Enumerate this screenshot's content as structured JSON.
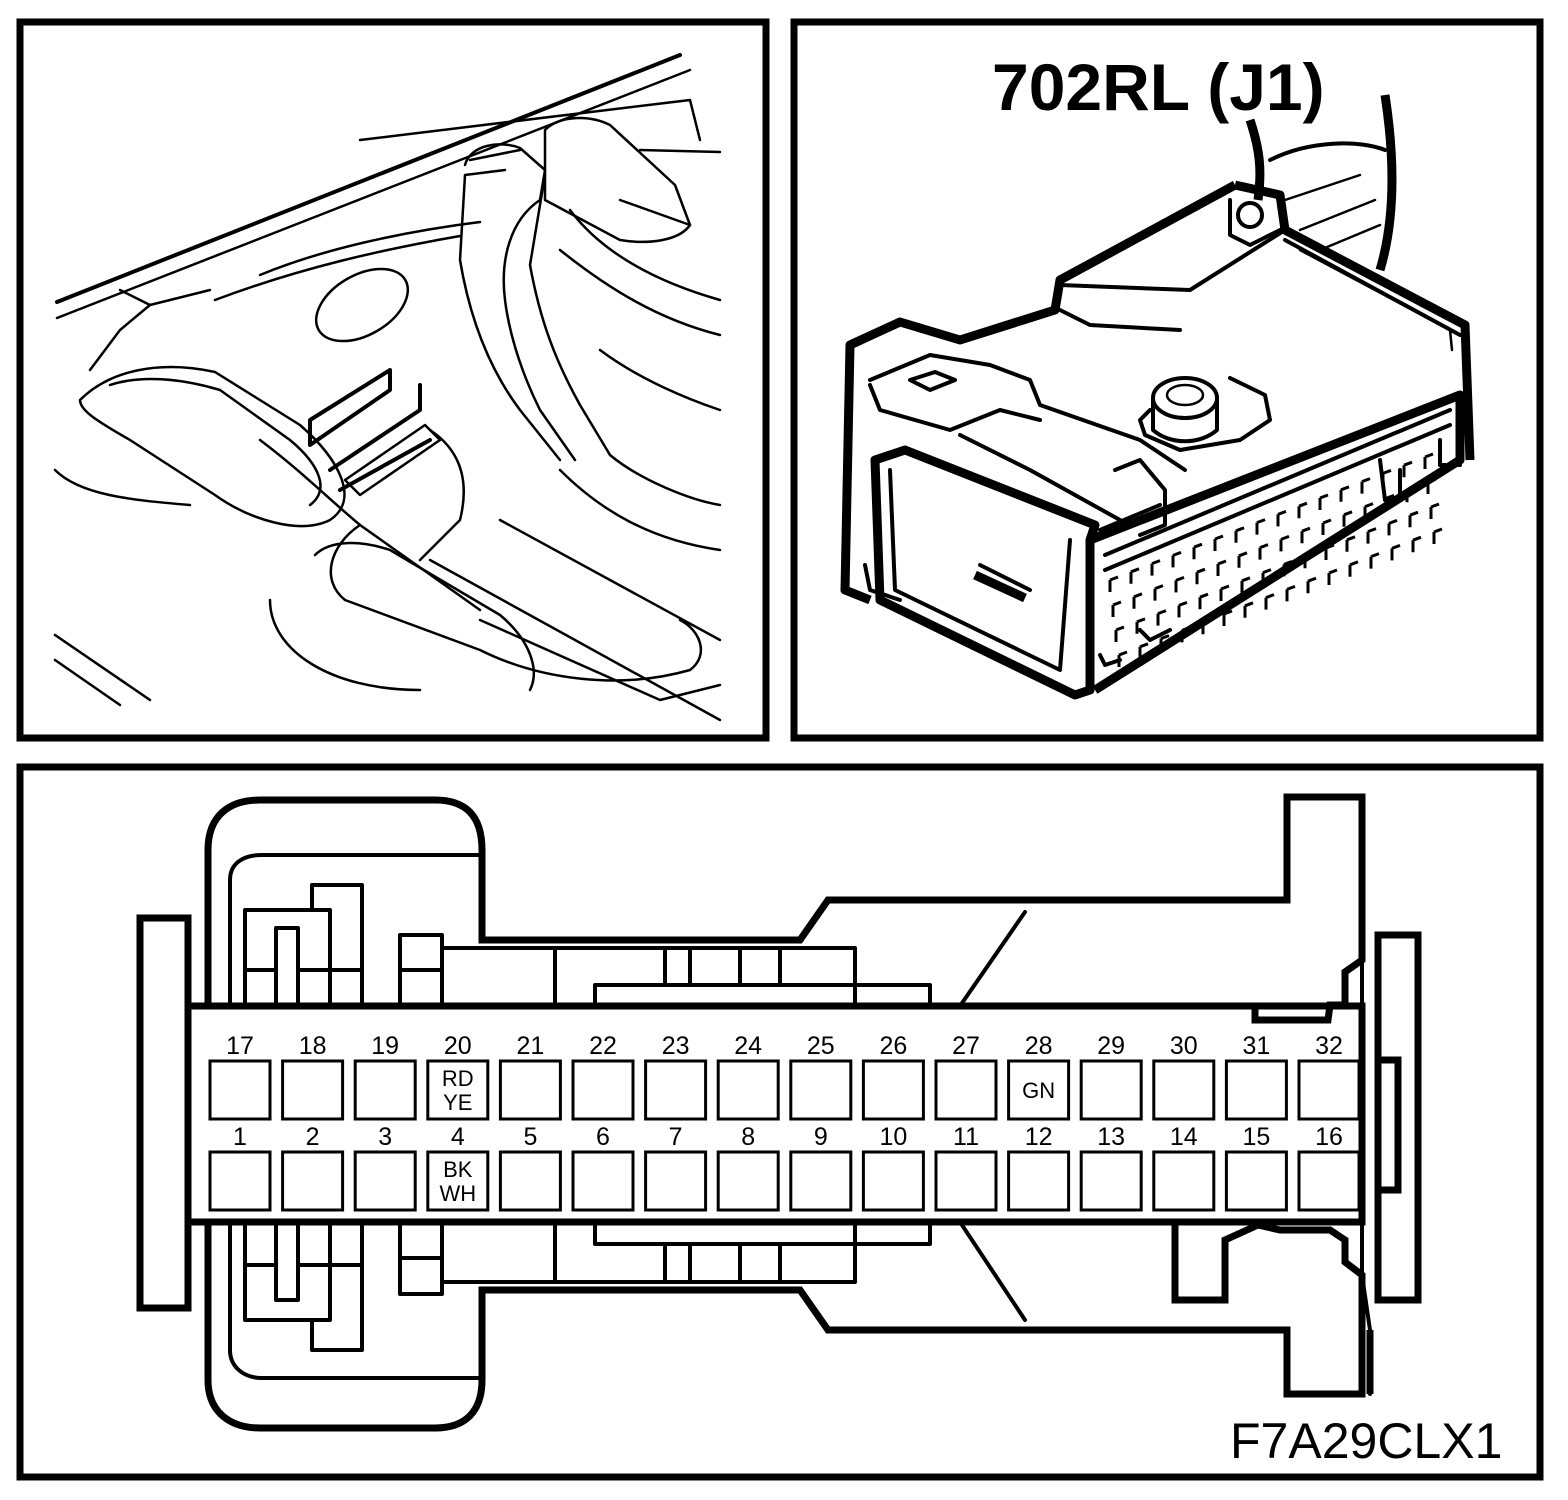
{
  "connector_title": "702RL (J1)",
  "figure_code": "F7A29CLX1",
  "pins_top_row": [
    {
      "num": "17",
      "label": ""
    },
    {
      "num": "18",
      "label": ""
    },
    {
      "num": "19",
      "label": ""
    },
    {
      "num": "20",
      "label": "RD\nYE"
    },
    {
      "num": "21",
      "label": ""
    },
    {
      "num": "22",
      "label": ""
    },
    {
      "num": "23",
      "label": ""
    },
    {
      "num": "24",
      "label": ""
    },
    {
      "num": "25",
      "label": ""
    },
    {
      "num": "26",
      "label": ""
    },
    {
      "num": "27",
      "label": ""
    },
    {
      "num": "28",
      "label": "GN"
    },
    {
      "num": "29",
      "label": ""
    },
    {
      "num": "30",
      "label": ""
    },
    {
      "num": "31",
      "label": ""
    },
    {
      "num": "32",
      "label": ""
    }
  ],
  "pins_bottom_row": [
    {
      "num": "1",
      "label": ""
    },
    {
      "num": "2",
      "label": ""
    },
    {
      "num": "3",
      "label": ""
    },
    {
      "num": "4",
      "label": "BK\nWH"
    },
    {
      "num": "5",
      "label": ""
    },
    {
      "num": "6",
      "label": ""
    },
    {
      "num": "7",
      "label": ""
    },
    {
      "num": "8",
      "label": ""
    },
    {
      "num": "9",
      "label": ""
    },
    {
      "num": "10",
      "label": ""
    },
    {
      "num": "11",
      "label": ""
    },
    {
      "num": "12",
      "label": ""
    },
    {
      "num": "13",
      "label": ""
    },
    {
      "num": "14",
      "label": ""
    },
    {
      "num": "15",
      "label": ""
    },
    {
      "num": "16",
      "label": ""
    }
  ]
}
